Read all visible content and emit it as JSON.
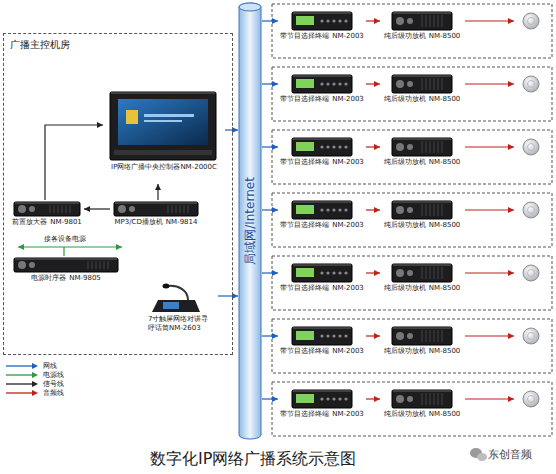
{
  "diagram": {
    "caption": "数字化IP网络广播系统示意图",
    "nodes": [
      {
        "text": [
          "广播主控机房"
        ]
      },
      {
        "text": [
          "IP网络广播中央控制器NM-2000C"
        ],
        "in": 0
      },
      {
        "text": [
          "前置放大器",
          "NM-9801"
        ],
        "in": 0
      },
      {
        "text": [
          "MP3/CD播放机",
          "NM-9814"
        ],
        "in": 0
      },
      {
        "text": [
          "电源时序器",
          "NM-9805"
        ],
        "in": 0
      },
      {
        "text": [
          "7寸触屏网络对讲寻 呼话筒NM-2603"
        ],
        "in": 0
      },
      {
        "text": [
          "局域网/Internet"
        ]
      },
      {
        "text": [
          "带节目选择终端",
          "NM-2003"
        ]
      },
      {
        "text": [
          "纯后级功放机",
          "NM-8500"
        ]
      },
      {
        "text": [
          "带节目选择终端",
          "NM-2003"
        ]
      },
      {
        "text": [
          "纯后级功放机",
          "NM-8500"
        ]
      },
      {
        "text": [
          "带节目选择终端",
          "NM-2003"
        ]
      },
      {
        "text": [
          "纯后级功放机",
          "NM-8500"
        ]
      },
      {
        "text": [
          "带节目选择终端",
          "NM-2003"
        ]
      },
      {
        "text": [
          "纯后级功放机",
          "NM-8500"
        ]
      },
      {
        "text": [
          "带节目选择终端",
          "NM-2003"
        ]
      },
      {
        "text": [
          "纯后级功放机",
          "NM-8500"
        ]
      },
      {
        "text": [
          "带节目选择终端",
          "NM-2003"
        ]
      },
      {
        "text": [
          "纯后级功放机",
          "NM-8500"
        ]
      },
      {
        "text": [
          "带节目选择终端",
          "NM-2003"
        ]
      },
      {
        "text": [
          "纯后级功放机",
          "NM-8500"
        ]
      }
    ],
    "edges": [
      {
        "from": 2,
        "to": 1,
        "arrow": "to"
      },
      {
        "from": 3,
        "to": 1,
        "arrow": "to"
      },
      {
        "from": 3,
        "to": 2,
        "arrow": "to"
      },
      {
        "from": 1,
        "to": 6,
        "arrow": "to"
      },
      {
        "from": 5,
        "to": 6,
        "arrow": "to"
      },
      {
        "from": 6,
        "to": 7,
        "arrow": "to"
      },
      {
        "from": 7,
        "to": 8,
        "arrow": "to"
      },
      {
        "from": 6,
        "to": 9,
        "arrow": "to"
      },
      {
        "from": 9,
        "to": 10,
        "arrow": "to"
      },
      {
        "from": 6,
        "to": 11,
        "arrow": "to"
      },
      {
        "from": 11,
        "to": 12,
        "arrow": "to"
      },
      {
        "from": 6,
        "to": 13,
        "arrow": "to"
      },
      {
        "from": 13,
        "to": 14,
        "arrow": "to"
      },
      {
        "from": 6,
        "to": 15,
        "arrow": "to"
      },
      {
        "from": 15,
        "to": 16,
        "arrow": "to"
      },
      {
        "from": 6,
        "to": 17,
        "arrow": "to"
      },
      {
        "from": 17,
        "to": 18,
        "arrow": "to"
      },
      {
        "from": 6,
        "to": 19,
        "arrow": "to"
      },
      {
        "from": 19,
        "to": 20,
        "arrow": "to"
      }
    ],
    "labels": [
      "接各设备电源",
      "东创音频"
    ],
    "legend": [
      {
        "text": "网线",
        "color": "#1f5fbf"
      },
      {
        "text": "电源线",
        "color": "#2e9b3a"
      },
      {
        "text": "信号线",
        "color": "#222222"
      },
      {
        "text": "音频线",
        "color": "#c0201a"
      }
    ]
  }
}
